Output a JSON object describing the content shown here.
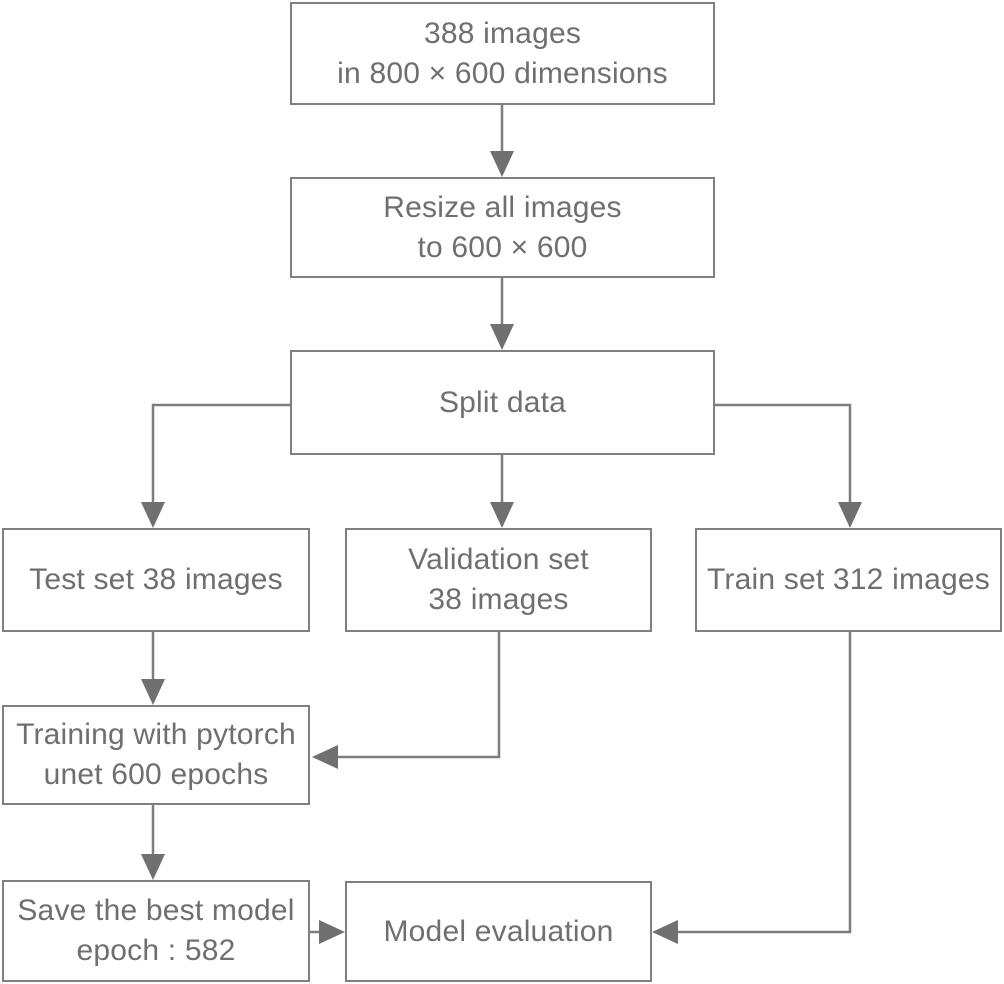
{
  "colors": {
    "background": "#ffffff",
    "box_border": "#808080",
    "box_fill": "#ffffff",
    "text": "#6f6f6f",
    "connector": "#7d7d7d",
    "arrowhead": "#707070"
  },
  "nodes": {
    "images": {
      "lines": [
        "388 images",
        "in 800 × 600 dimensions"
      ]
    },
    "resize": {
      "lines": [
        "Resize all images",
        "to 600 × 600"
      ]
    },
    "split": {
      "lines": [
        "Split data"
      ]
    },
    "test": {
      "lines": [
        "Test set 38 images"
      ]
    },
    "validation": {
      "lines": [
        "Validation set",
        "38 images"
      ]
    },
    "train": {
      "lines": [
        "Train set 312 images"
      ]
    },
    "training": {
      "lines": [
        "Training with pytorch",
        "unet 600 epochs"
      ]
    },
    "save": {
      "lines": [
        "Save the best model",
        "epoch : 582"
      ]
    },
    "evaluation": {
      "lines": [
        "Model evaluation"
      ]
    }
  },
  "edges": [
    {
      "from": "images",
      "to": "resize"
    },
    {
      "from": "resize",
      "to": "split"
    },
    {
      "from": "split",
      "to": "test"
    },
    {
      "from": "split",
      "to": "validation"
    },
    {
      "from": "split",
      "to": "train"
    },
    {
      "from": "test",
      "to": "training"
    },
    {
      "from": "validation",
      "to": "training"
    },
    {
      "from": "training",
      "to": "save"
    },
    {
      "from": "save",
      "to": "evaluation"
    },
    {
      "from": "train",
      "to": "evaluation"
    }
  ]
}
